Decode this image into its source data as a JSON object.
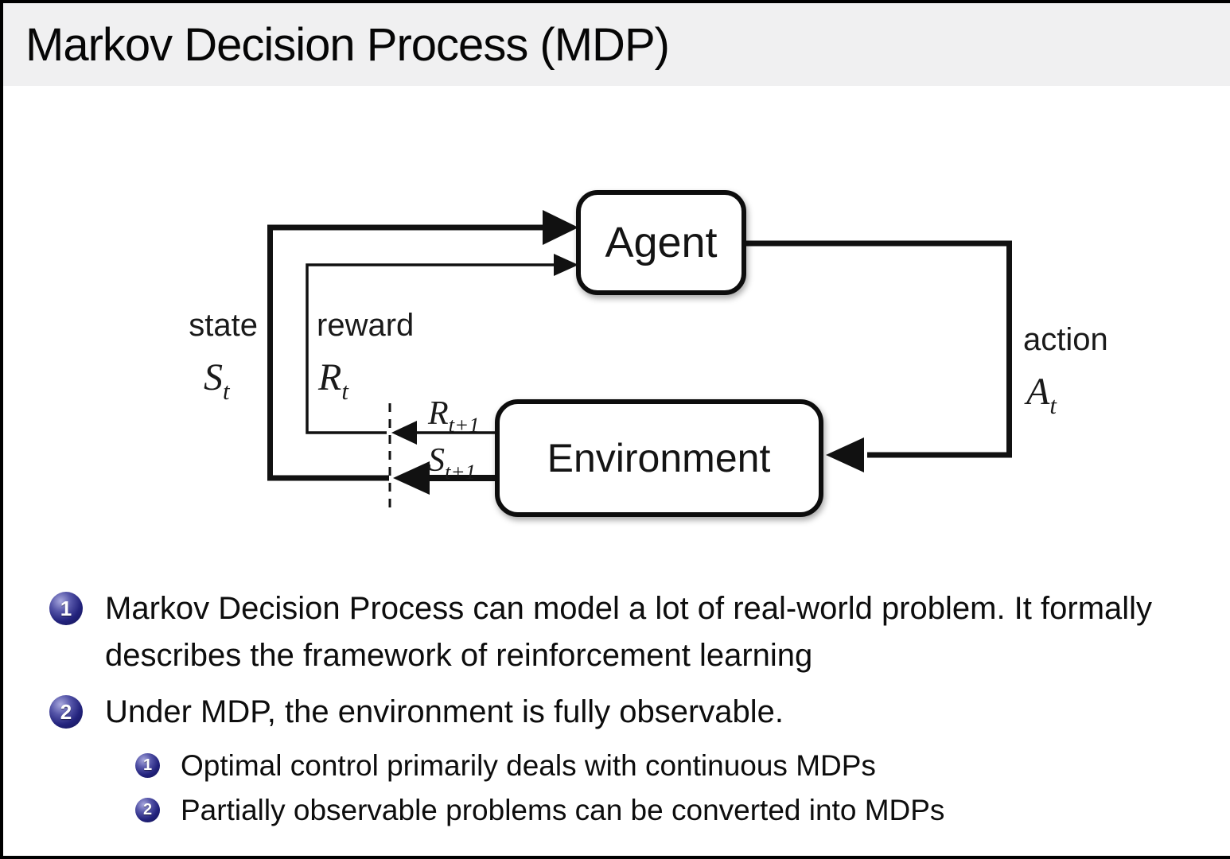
{
  "header": {
    "title": "Markov Decision Process (MDP)"
  },
  "diagram": {
    "agent_label": "Agent",
    "environment_label": "Environment",
    "state_label": "state",
    "reward_label": "reward",
    "action_label": "action",
    "state_symbol": {
      "base": "S",
      "sub": "t"
    },
    "reward_symbol": {
      "base": "R",
      "sub": "t"
    },
    "action_symbol": {
      "base": "A",
      "sub": "t"
    },
    "next_reward_symbol": {
      "base": "R",
      "sub": "t+1"
    },
    "next_state_symbol": {
      "base": "S",
      "sub": "t+1"
    }
  },
  "bullets": [
    {
      "number": "1",
      "text": "Markov Decision Process can model a lot of real-world problem. It formally describes the framework of reinforcement learning",
      "subitems": []
    },
    {
      "number": "2",
      "text": "Under MDP, the environment is fully observable.",
      "subitems": [
        {
          "number": "1",
          "text": "Optimal control primarily deals with continuous MDPs"
        },
        {
          "number": "2",
          "text": "Partially observable problems can be converted into MDPs"
        }
      ]
    }
  ],
  "colors": {
    "header_bg": "#f0f0f1",
    "bullet_ball": "#23237d",
    "diagram_stroke": "#111111"
  }
}
